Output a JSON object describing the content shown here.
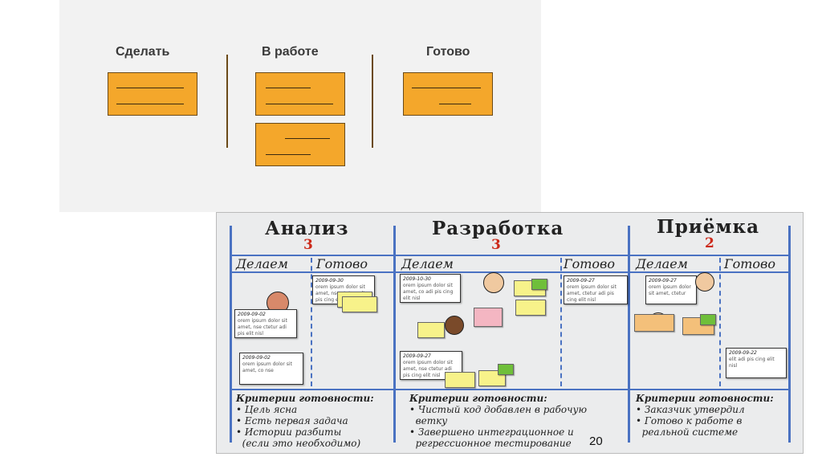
{
  "top_board": {
    "columns": [
      "Сделать",
      "В работе",
      "Готово"
    ]
  },
  "board": {
    "stages": [
      {
        "title": "Анализ",
        "limit": "3",
        "sub": [
          "Делаем",
          "Готово"
        ],
        "criteria_title": "Критерии готовности:",
        "criteria": [
          "Цель ясна",
          "Есть первая задача",
          "Истории разбиты",
          "(если это необходимо)"
        ]
      },
      {
        "title": "Разработка",
        "limit": "3",
        "sub": [
          "Делаем",
          "Готово"
        ],
        "criteria_title": "Критерии готовности:",
        "criteria": [
          "Чистый код добавлен в рабочую",
          "веткy",
          "Завершено интеграционное и",
          "регрессионное тестирование"
        ]
      },
      {
        "title": "Приёмка",
        "limit": "2",
        "sub": [
          "Делаем",
          "Готово"
        ],
        "criteria_title": "Критерии готовности:",
        "criteria": [
          "Заказчик утвердил",
          "Готово к работе в",
          "реальной системе"
        ]
      }
    ],
    "notes": {
      "n1_date": "2009-09-30",
      "n1_text": "orem ipsum dolor sit amet, nse ctetur adi pis cing elit nisl",
      "n2_date": "2009-09-02",
      "n2_text": "orem ipsum dolor sit amet, nse ctetur adi pis elit nisl",
      "n3_date": "2009-09-02",
      "n3_text": "orem ipsum dolor sit amet, co nse",
      "n4_date": "2009-10-30",
      "n4_text": "orem ipsum dolor sit amet, co adi pis cing elit nisl",
      "n5_date": "2009-09-27",
      "n5_text": "orem ipsum dolor sit amet, nse ctetur adi pis cing elit nisl",
      "n6_date": "2009-09-27",
      "n6_text": "orem ipsum dolor sit amet, ctetur adi pis cing elit nisl",
      "n7_date": "2009-09-27",
      "n7_text": "orem ipsum dolor sit amet, ctetur",
      "n8_date": "2009-09-22",
      "n8_text": "elit adi pis cing elit nisl"
    }
  },
  "slide_number": "20"
}
